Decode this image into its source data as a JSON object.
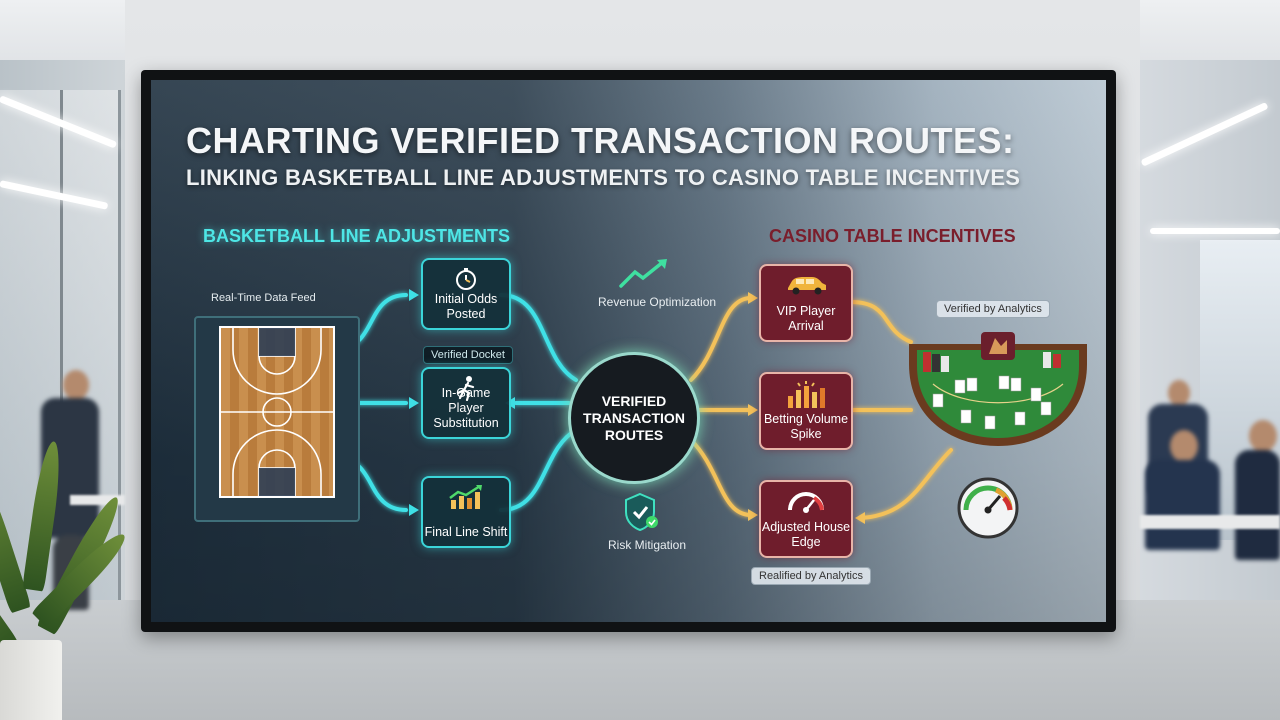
{
  "screen": {
    "title_line1": "CHARTING VERIFIED TRANSACTION ROUTES:",
    "title_line2": "LINKING BASKETBALL LINE ADJUSTMENTS TO CASINO TABLE INCENTIVES",
    "left_heading": "BASKETBALL LINE ADJUSTMENTS",
    "right_heading": "CASINO TABLE INCENTIVES",
    "court_label": "Real-Time Data Feed",
    "hub_label": "VERIFIED TRANSACTION ROUTES",
    "left_nodes": [
      {
        "label": "Initial Odds Posted",
        "icon": "stopwatch-icon"
      },
      {
        "label": "In-Game Player Substitution",
        "icon": "running-player-icon"
      },
      {
        "label": "Final Line Shift",
        "icon": "bar-chart-trend-icon"
      }
    ],
    "left_tag": "Verified Docket",
    "right_nodes": [
      {
        "label": "VIP Player Arrival",
        "icon": "car-icon"
      },
      {
        "label": "Betting Volume Spike",
        "icon": "volume-spike-icon"
      },
      {
        "label": "Adjusted House Edge",
        "icon": "gauge-icon"
      }
    ],
    "middle_top": "Revenue Optimization",
    "middle_bottom": "Risk Mitigation",
    "table_tag": "Verified by Analytics",
    "bottom_tag": "Realified by Analytics",
    "colors": {
      "cyan_route": "#3fe0e6",
      "gold_route": "#f3c15a",
      "wine_node": "#6f1d2c"
    }
  }
}
